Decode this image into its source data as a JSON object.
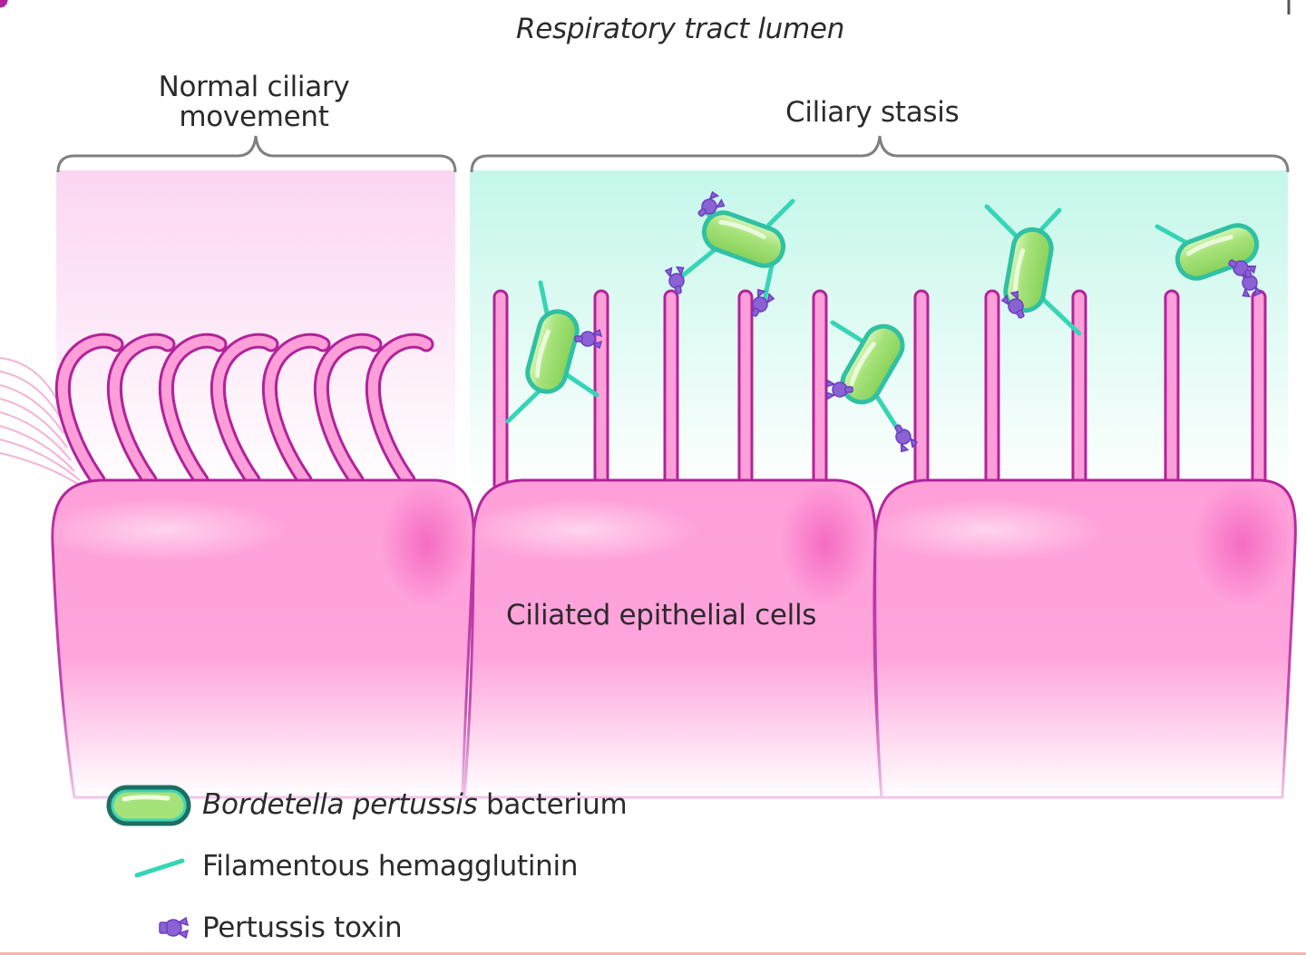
{
  "diagram": {
    "lumen_label": "Respiratory tract lumen",
    "normal_label": "Normal ciliary movement",
    "stasis_label": "Ciliary stasis",
    "cells_label": "Ciliated epithelial cells"
  },
  "legend": {
    "bacterium_species": "Bordetella pertussis",
    "bacterium_suffix": " bacterium",
    "filament_label": "Filamentous hemagglutinin",
    "toxin_label": "Pertussis toxin"
  },
  "colors": {
    "cell_fill": "#ff9fd9",
    "cell_outline": "#b2229b",
    "normal_zone": "#fbd6f2",
    "stasis_zone": "#c4f7ea",
    "bacterium_fill": "#9fe072",
    "bacterium_outline": "#26bca0",
    "filament": "#35d5b5",
    "toxin": "#8a62d3"
  },
  "icons": {
    "bacterium": "rod-bacterium-icon",
    "filament": "filament-icon",
    "toxin": "toxin-molecule-icon"
  }
}
